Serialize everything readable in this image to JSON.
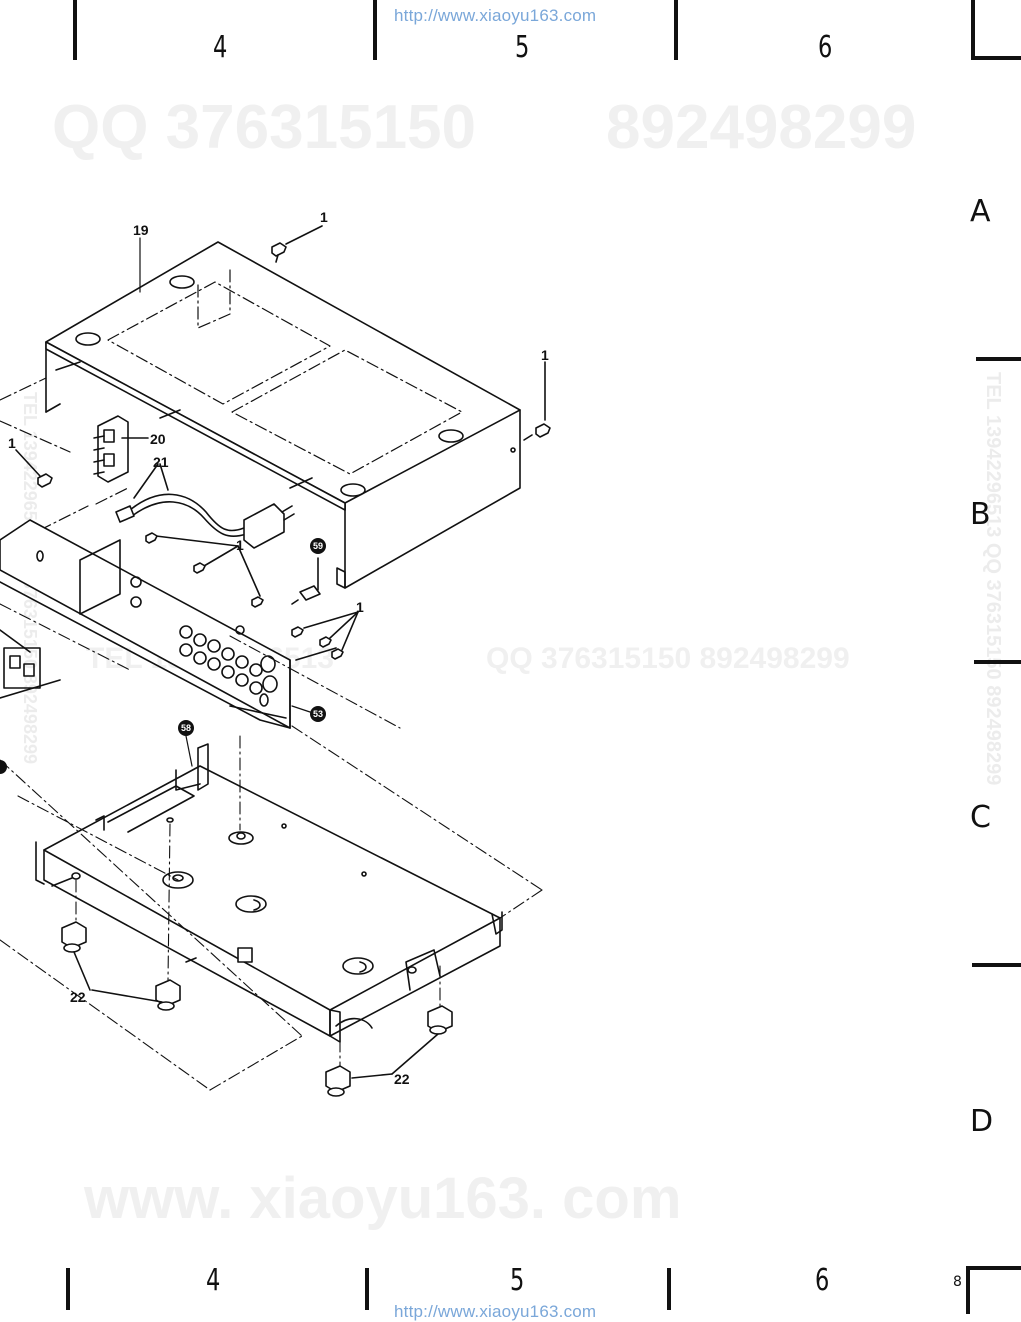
{
  "header": {
    "url": "http://www.xiaoyu163.com",
    "column_numbers": [
      "4",
      "5",
      "6"
    ]
  },
  "footer": {
    "url": "http://www.xiaoyu163.com",
    "column_numbers": [
      "4",
      "5",
      "6"
    ],
    "page_number": "8"
  },
  "row_letters": [
    "A",
    "B",
    "C",
    "D"
  ],
  "watermarks": {
    "qq_top": "QQ 376315150",
    "qq_top_2": "892498299",
    "middle": "TEL 13942296513",
    "middle_qq": "QQ  376315150  892498299",
    "bottom": "www. xiaoyu163. com",
    "vertical_right": "TEL 13942296513  QQ 376315150 892498299",
    "vertical_left": "TEL 13942296513  QQ 376315150 892498299"
  },
  "diagram": {
    "callouts": {
      "c1a": "1",
      "c1b": "1",
      "c1c": "1",
      "c1d": "1",
      "c1e": "1",
      "c19": "19",
      "c20": "20",
      "c21": "21",
      "c22a": "22",
      "c22b": "22",
      "c59": "59",
      "c53": "53",
      "c58": "58"
    }
  },
  "colors": {
    "line": "#111111",
    "url": "#7aa7d9",
    "watermark": "#f0f0f0"
  }
}
